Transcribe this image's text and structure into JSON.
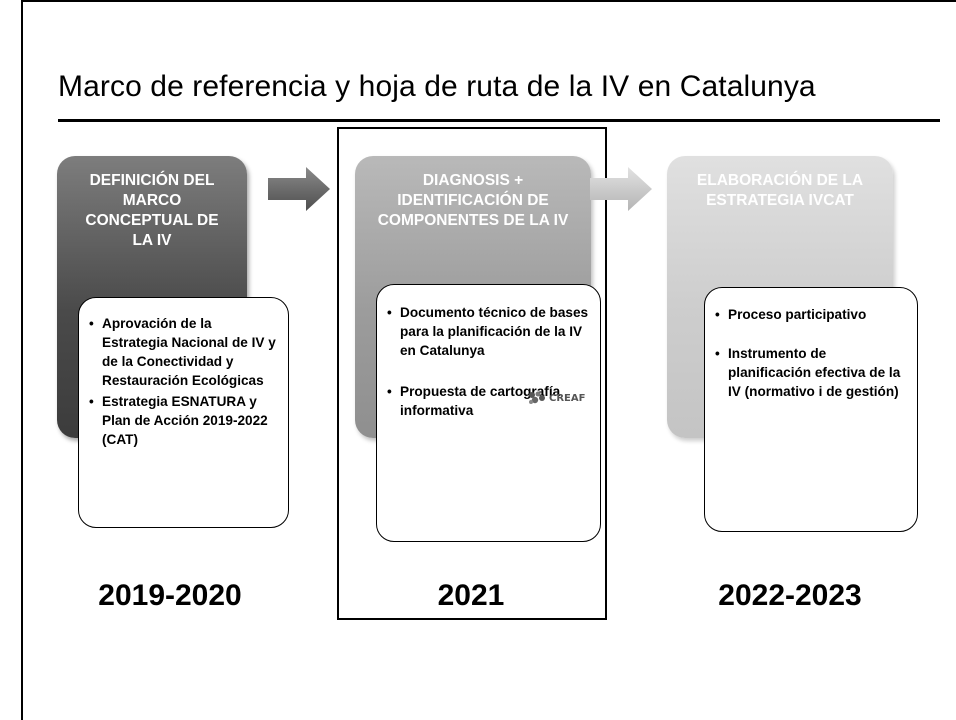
{
  "title": "Marco de referencia y hoja de ruta de la IV en Catalunya",
  "stages": [
    {
      "heading": "DEFINICIÓN DEL MARCO CONCEPTUAL DE LA IV",
      "bullets": [
        "Aprovación de la Estrategia Nacional de IV y de la Conectividad y Restauración Ecológicas",
        "Estrategia ESNATURA y Plan de Acción 2019-2022 (CAT)"
      ],
      "period": "2019-2020"
    },
    {
      "heading": "DIAGNOSIS + IDENTIFICACIÓN DE COMPONENTES DE LA IV",
      "bullets": [
        "Documento técnico de bases para la planificación de la IV en Catalunya",
        "Propuesta de cartografía informativa"
      ],
      "period": "2021",
      "logo_text": "CREAF"
    },
    {
      "heading": "ELABORACIÓN DE LA ESTRATEGIA IVCAT",
      "bullets": [
        "Proceso participativo",
        "Instrumento de planificación efectiva de la IV (normativo i de gestión)"
      ],
      "period": "2022-2023"
    }
  ],
  "colors": {
    "stage_1": "#4a4a4a",
    "stage_2": "#9c9c9c",
    "stage_3": "#cdcdcd",
    "arrow_1": "#666666",
    "arrow_2": "#c8c8c8"
  },
  "icons": [
    "right-arrow-icon",
    "creaf-logo-icon"
  ]
}
